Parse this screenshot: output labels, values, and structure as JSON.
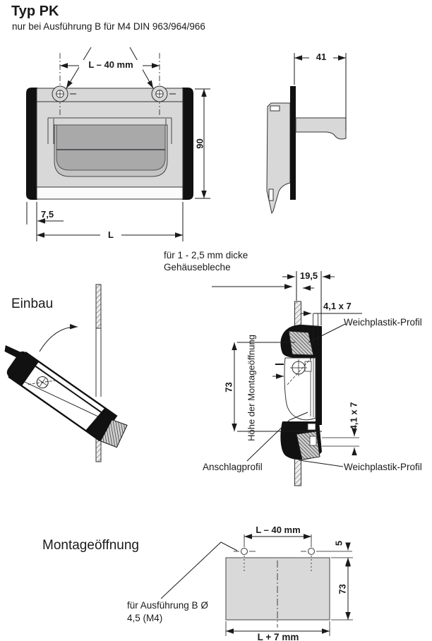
{
  "header": {
    "title": "Typ PK",
    "subtitle": "nur bei Ausführung B für M4 DIN 963/964/966"
  },
  "front_view": {
    "dims": {
      "hole_spacing": "L – 40 mm",
      "height": "90",
      "edge_offset": "7,5",
      "length": "L"
    }
  },
  "side_view": {
    "dims": {
      "depth": "41"
    }
  },
  "install": {
    "heading": "Einbau",
    "sheet_note": {
      "line1": "für 1 - 2,5 mm dicke",
      "line2": "Gehäusebleche"
    },
    "dims": {
      "mount_depth": "19,5",
      "slot_top": "4,1 x 7",
      "opening_height": "73",
      "slot_bottom": "4,1 x 7"
    },
    "labels": {
      "soft_plastic_top": "Weichplastik-Profil",
      "opening_height": "Höhe der Montageöffnung",
      "stop_profile": "Anschlagprofil",
      "soft_plastic_bottom": "Weichplastik-Profil"
    }
  },
  "mounting": {
    "heading": "Montageöffnung",
    "dims": {
      "hole_spacing": "L – 40 mm",
      "hole_offset": "5",
      "height": "73",
      "width": "L + 7 mm"
    },
    "note": {
      "line1": "für Ausführung B Ø",
      "line2": "4,5 (M4)"
    }
  },
  "colors": {
    "line": "#1a1a1a",
    "cap_black": "#111111",
    "fill_light_gray": "#d8d8d8",
    "fill_mid_gray": "#a9a9a9",
    "background": "#ffffff"
  }
}
